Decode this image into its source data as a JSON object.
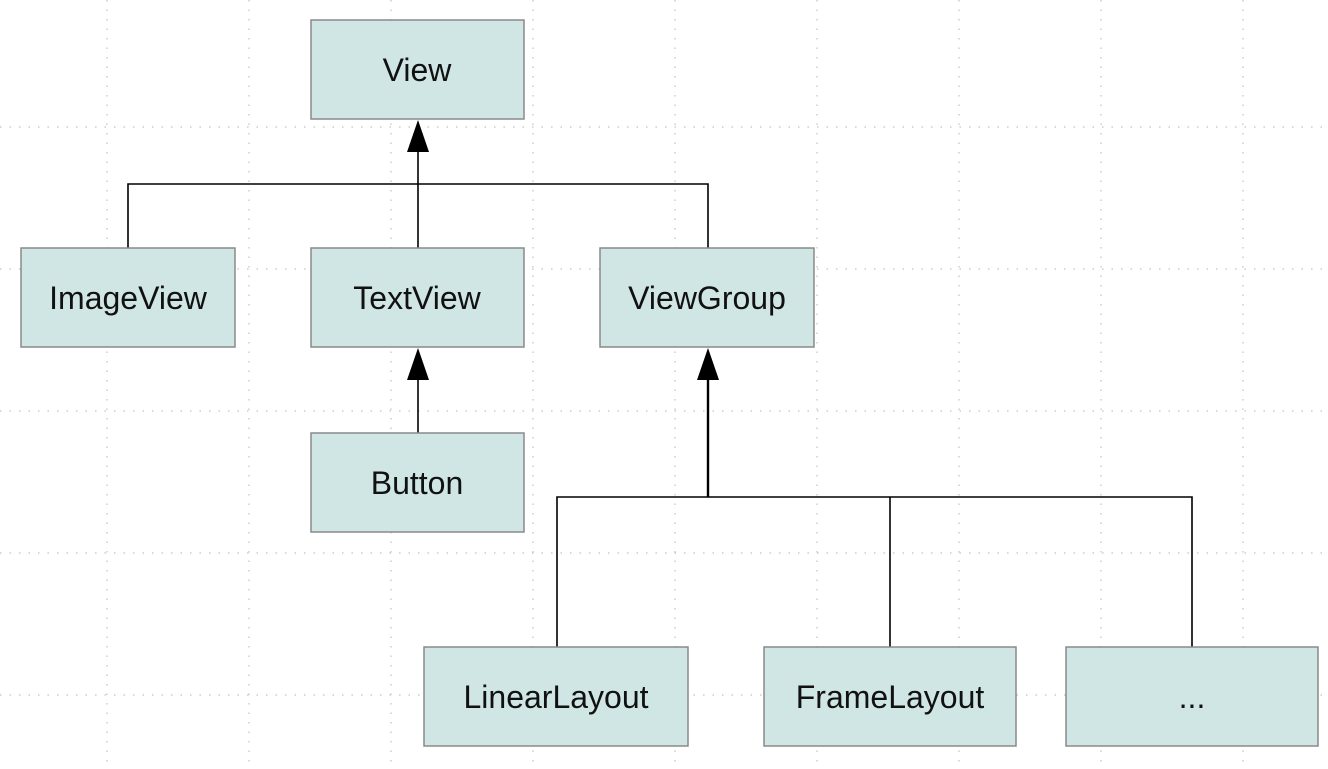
{
  "diagram": {
    "nodes": {
      "view": "View",
      "imageview": "ImageView",
      "textview": "TextView",
      "viewgroup": "ViewGroup",
      "button": "Button",
      "linearlayout": "LinearLayout",
      "framelayout": "FrameLayout",
      "more": "..."
    }
  }
}
